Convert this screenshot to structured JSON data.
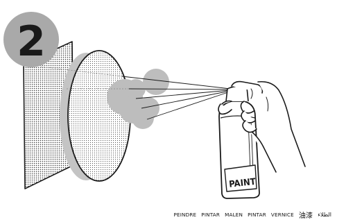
{
  "step": {
    "number": "2",
    "badge_color": "#a9a9a9",
    "number_color": "#1a1a1a"
  },
  "scene": {
    "wall_panel_icon": "dotted-panel",
    "stencil_disc_icon": "dotted-oval-stencil",
    "spray_cloud_icon": "paint-mist-cloud",
    "hand_icon": "hand-pressing-nozzle",
    "can_icon": "spray-paint-can",
    "can_label": "PAINT",
    "mist_color": "#bdbdbd",
    "shadow_color": "#c4c4c4",
    "line_color": "#1a1a1a"
  },
  "caption": {
    "words": [
      "PEINDRE",
      "PINTAR",
      "MALEN",
      "PINTAR",
      "VERNICE"
    ],
    "chinese": "油漆",
    "arabic": "الطلاء"
  }
}
